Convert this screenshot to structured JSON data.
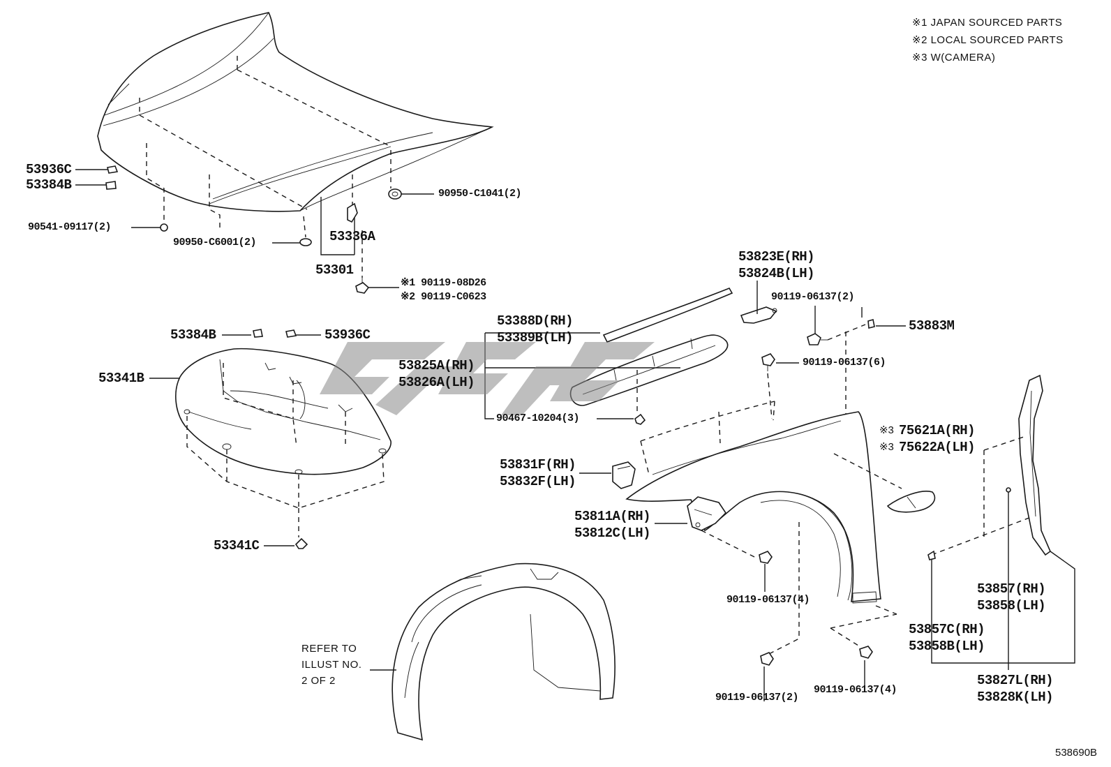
{
  "notes": [
    "※1 JAPAN SOURCED PARTS",
    "※2 LOCAL SOURCED PARTS",
    "※3 W(CAMERA)"
  ],
  "illustration_number": "538690B",
  "watermark_color": "#8a8a8a",
  "refer_text": [
    "REFER TO",
    "ILLUST NO.",
    "2 OF 2"
  ],
  "labels": {
    "p53936C_top": "53936C",
    "p53384B_top": "53384B",
    "p90541": "90541-09117(2)",
    "p90950_C6001": "90950-C6001(2)",
    "p90950_C1041": "90950-C1041(2)",
    "p53336A": "53336A",
    "p53301": "53301",
    "p90119_08D26": "※1 90119-08D26",
    "p90119_C0623": "※2 90119-C0623",
    "p53384B_mid": "53384B",
    "p53936C_mid": "53936C",
    "p53341B": "53341B",
    "p53341C": "53341C",
    "p53823E": "53823E(RH)",
    "p53824B": "53824B(LH)",
    "p90119_06137_2_top": "90119-06137(2)",
    "p53883M": "53883M",
    "p53388D": "53388D(RH)",
    "p53389B": "53389B(LH)",
    "p90119_06137_6": "90119-06137(6)",
    "p53825A": "53825A(RH)",
    "p53826A": "53826A(LH)",
    "p90467": "90467-10204(3)",
    "p75621A": "75621A(RH)",
    "p75622A": "75622A(LH)",
    "p75621A_mark": "※3",
    "p75622A_mark": "※3",
    "p53831F": "53831F(RH)",
    "p53832F": "53832F(LH)",
    "p53811A": "53811A(RH)",
    "p53812C": "53812C(LH)",
    "p90119_06137_4_a": "90119-06137(4)",
    "p53857": "53857(RH)",
    "p53858": "53858(LH)",
    "p53857C": "53857C(RH)",
    "p53858B": "53858B(LH)",
    "p53827L": "53827L(RH)",
    "p53828K": "53828K(LH)",
    "p90119_06137_2_bot": "90119-06137(2)",
    "p90119_06137_4_b": "90119-06137(4)"
  }
}
